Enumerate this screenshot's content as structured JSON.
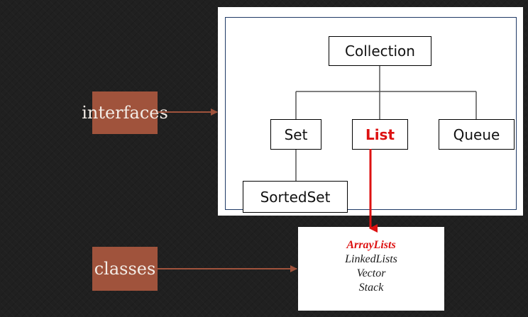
{
  "labels": {
    "interfaces": "interfaces",
    "classes": "classes"
  },
  "interfaces_diagram": {
    "root": "Collection",
    "children": [
      "Set",
      "List",
      "Queue"
    ],
    "set_child": "SortedSet",
    "highlighted": "List"
  },
  "classes_box": {
    "items": [
      "ArrayLists",
      "LinkedLists",
      "Vector",
      "Stack"
    ],
    "highlighted": "ArrayLists"
  },
  "colors": {
    "label_fill": "#a0533c",
    "connector_arrow": "#a0533c",
    "highlight": "#dd1111",
    "background": "#202020"
  }
}
